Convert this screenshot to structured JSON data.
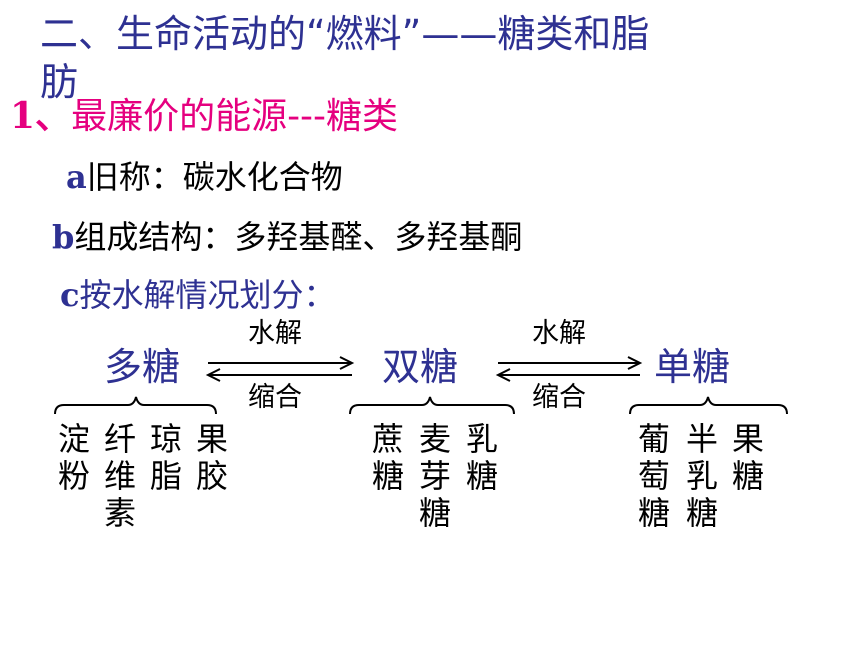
{
  "title": {
    "line1": "二、生命活动的“燃料”——糖类和脂",
    "line2": "肪"
  },
  "section": {
    "number": "1、",
    "text": "最廉价的能源---糖类"
  },
  "items": [
    {
      "letter": "a",
      "text": "旧称：碳水化合物"
    },
    {
      "letter": "b",
      "text": "组成结构：多羟基醛、多羟基酮"
    },
    {
      "letter": "c",
      "text": "按水解情况划分："
    }
  ],
  "categories": {
    "poly": "多糖",
    "di": "双糖",
    "mono": "单糖"
  },
  "arrows": {
    "hydrolysis": "水解",
    "condensation": "缩合"
  },
  "examples": {
    "poly": [
      [
        "淀",
        "粉"
      ],
      [
        "纤",
        "维",
        "素"
      ],
      [
        "琼",
        "脂"
      ],
      [
        "果",
        "胶"
      ]
    ],
    "di": [
      [
        "蔗",
        "糖"
      ],
      [
        "麦",
        "芽",
        "糖"
      ],
      [
        "乳",
        "糖"
      ]
    ],
    "mono": [
      [
        "葡",
        "萄",
        "糖"
      ],
      [
        "半",
        "乳",
        "糖"
      ],
      [
        "果",
        "糖"
      ]
    ]
  },
  "colors": {
    "title": "#2E3192",
    "section": "#E5007F",
    "text": "#000000"
  }
}
